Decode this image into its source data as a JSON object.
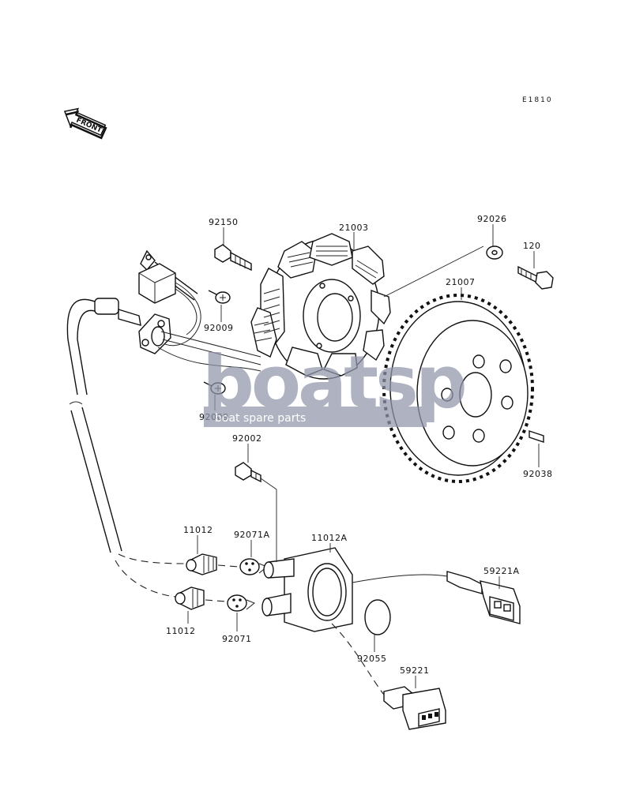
{
  "diagram": {
    "code": "E1810",
    "front_label": "FRONT",
    "watermark": {
      "brand": "boatsp",
      "tagline": "boat spare parts"
    },
    "parts": {
      "p92150": "92150",
      "p21003": "21003",
      "p92026": "92026",
      "p120": "120",
      "p21007": "21007",
      "p92009a": "92009",
      "p92009b": "92009",
      "p92002": "92002",
      "p92038": "92038",
      "p11012a": "11012",
      "p92071A": "92071A",
      "p11012A": "11012A",
      "p59221A": "59221A",
      "p11012b": "11012",
      "p92071": "92071",
      "p92055": "92055",
      "p59221": "59221"
    }
  }
}
